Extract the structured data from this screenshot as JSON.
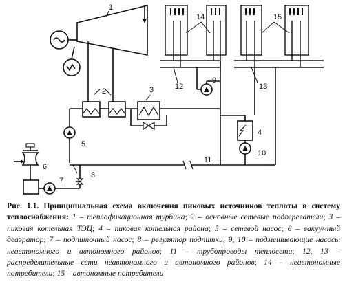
{
  "figure": {
    "labels": [
      {
        "n": "1"
      },
      {
        "n": "2"
      },
      {
        "n": "3"
      },
      {
        "n": "4"
      },
      {
        "n": "5"
      },
      {
        "n": "6"
      },
      {
        "n": "7"
      },
      {
        "n": "8"
      },
      {
        "n": "9"
      },
      {
        "n": "10"
      },
      {
        "n": "11"
      },
      {
        "n": "12"
      },
      {
        "n": "13"
      },
      {
        "n": "14"
      },
      {
        "n": "15"
      }
    ]
  },
  "caption": {
    "title": "Рис. 1.1. Принципиальная схема включения пиковых источников теплоты в систему теплоснабжения:",
    "items": [
      {
        "n": "1",
        "text": "теплофикационная турбина"
      },
      {
        "n": "2",
        "text": "основные сетевые подогреватели"
      },
      {
        "n": "3",
        "text": "пиковая котельная ТЭЦ"
      },
      {
        "n": "4",
        "text": "пиковая котельная района"
      },
      {
        "n": "5",
        "text": "сетевой насос"
      },
      {
        "n": "6",
        "text": "вакуумный деаэратор"
      },
      {
        "n": "7",
        "text": "подпиточный насос"
      },
      {
        "n": "8",
        "text": "регулятор подпитки"
      },
      {
        "n": "9, 10",
        "text": "подмешивающие насосы неавтономного и автономного районов"
      },
      {
        "n": "11",
        "text": "трубопроводы теплосети"
      },
      {
        "n": "12, 13",
        "text": "распределительные сети неавтономного и автономного районов"
      },
      {
        "n": "14",
        "text": "неавтономные потребители"
      },
      {
        "n": "15",
        "text": "автономные потребители"
      }
    ]
  }
}
